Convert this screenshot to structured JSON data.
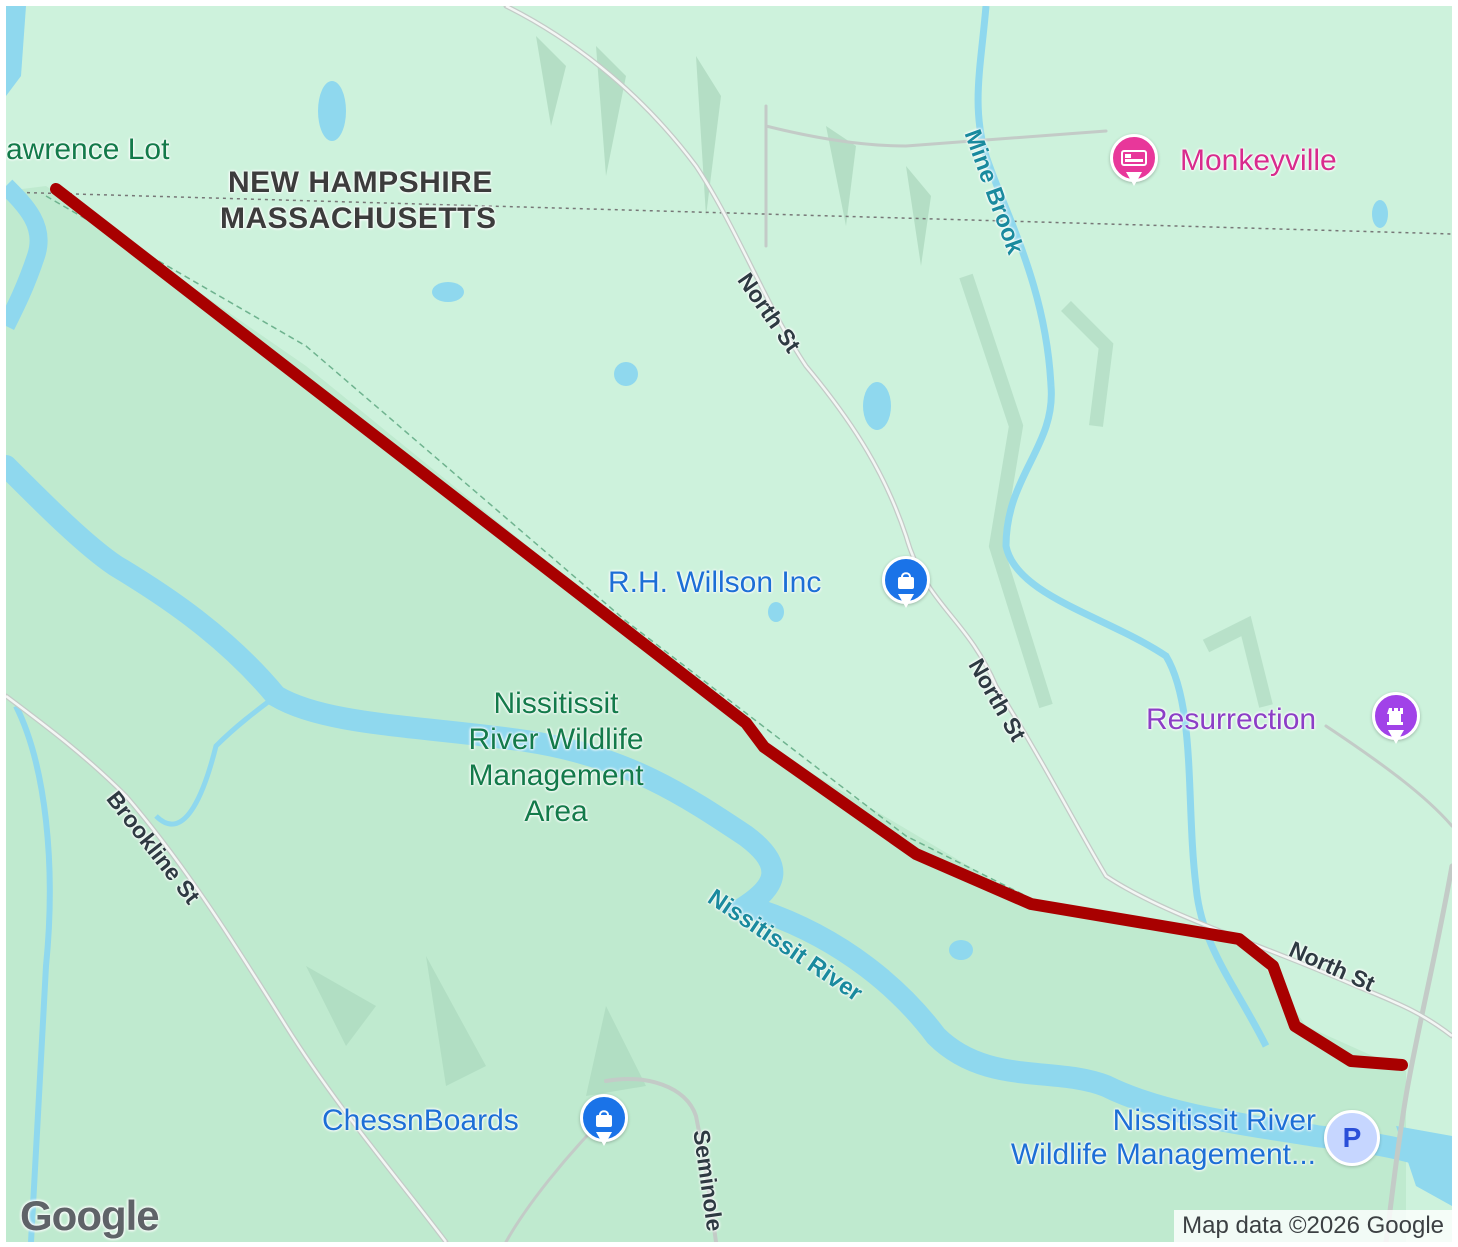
{
  "map": {
    "labels": {
      "lawrence_lot": "awrence Lot",
      "state_north": "NEW HAMPSHIRE",
      "state_south": "MASSACHUSETTS",
      "north_st_1": "North St",
      "north_st_2": "North St",
      "north_st_3": "North St",
      "mine_brook": "Mine Brook",
      "brookline_st": "Brookline St",
      "seminole": "Seminole",
      "nissitissit_river": "Nissitissit River",
      "park_name": "Nissitissit River Wildlife Management Area",
      "park_line1": "Nissitissit",
      "park_line2": "River Wildlife",
      "park_line3": "Management",
      "park_line4": "Area"
    },
    "pois": {
      "monkeyville": {
        "name": "Monkeyville",
        "icon": "hotel-bed-icon",
        "color": "#e8379a"
      },
      "rh_willson": {
        "name": "R.H. Willson Inc",
        "icon": "shopping-bag-icon",
        "color": "#1a73e8"
      },
      "resurrection": {
        "name": "Resurrection",
        "icon": "chess-rook-icon",
        "color": "#a142e8"
      },
      "chessnboards": {
        "name": "ChessnBoards",
        "icon": "shopping-bag-icon",
        "color": "#1a73e8"
      },
      "parking": {
        "name_line1": "Nissitissit River",
        "name_line2": "Wildlife Management...",
        "icon_label": "P",
        "icon": "parking-icon"
      }
    },
    "route_color": "#a80000",
    "logo": "Google",
    "attribution": "Map data ©2026 Google"
  }
}
